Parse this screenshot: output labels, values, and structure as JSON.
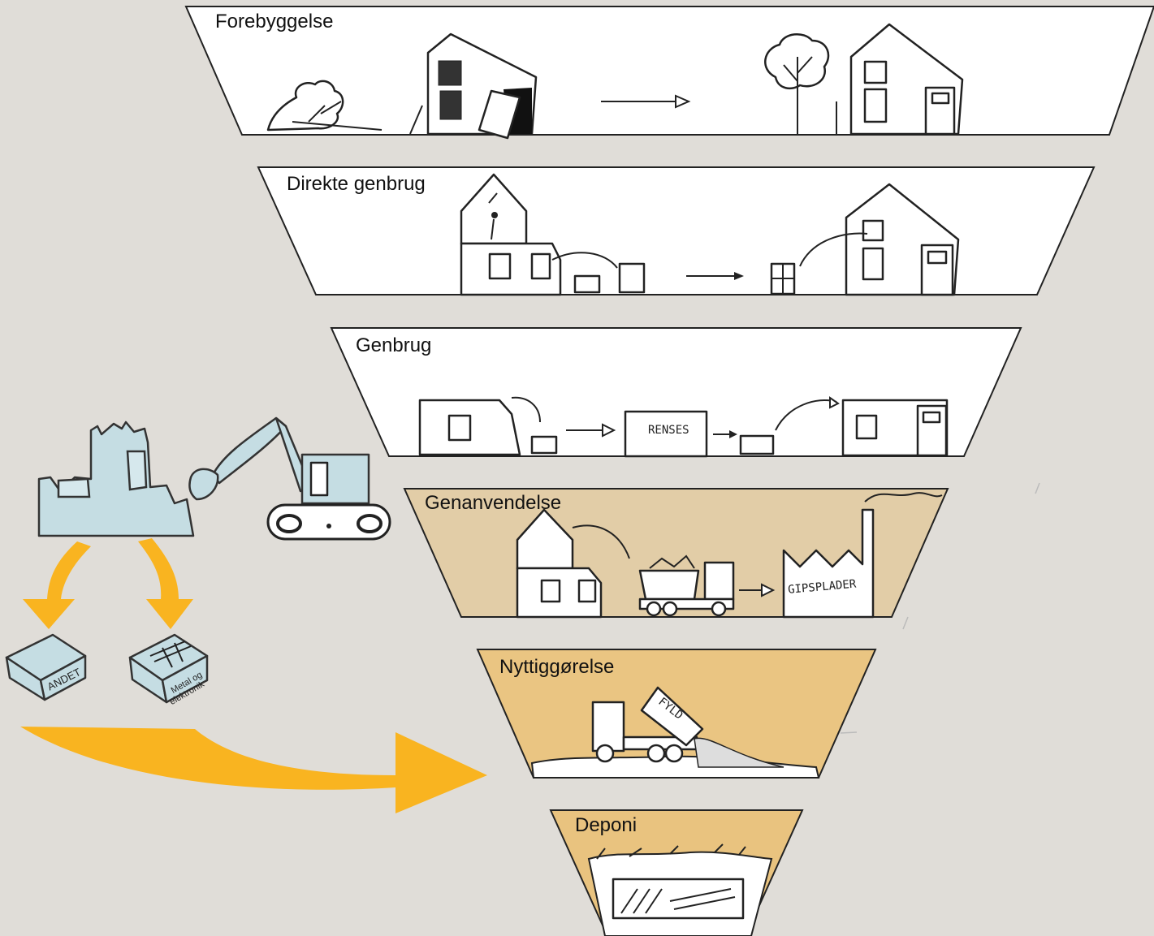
{
  "tiers": [
    {
      "label": "Forebyggelse",
      "fill": "#ffffff"
    },
    {
      "label": "Direkte genbrug",
      "fill": "#ffffff"
    },
    {
      "label": "Genbrug",
      "fill": "#ffffff"
    },
    {
      "label": "Genanvendelse",
      "fill": "#e2cda7"
    },
    {
      "label": "Nyttiggørelse",
      "fill": "#eac582"
    },
    {
      "label": "Deponi",
      "fill": "#e9c37f"
    }
  ],
  "sketch_labels": {
    "renses": "RENSES",
    "gipsplader": "GIPSPLADER",
    "fyld": "FYLD"
  },
  "bins": {
    "andet": "ANDET",
    "metal_line1": "Metal og",
    "metal_line2": "elektronik"
  },
  "colors": {
    "background": "#e0ddd8",
    "arrow": "#f9b420",
    "rubble": "#c5dde3",
    "outline": "#222222"
  }
}
